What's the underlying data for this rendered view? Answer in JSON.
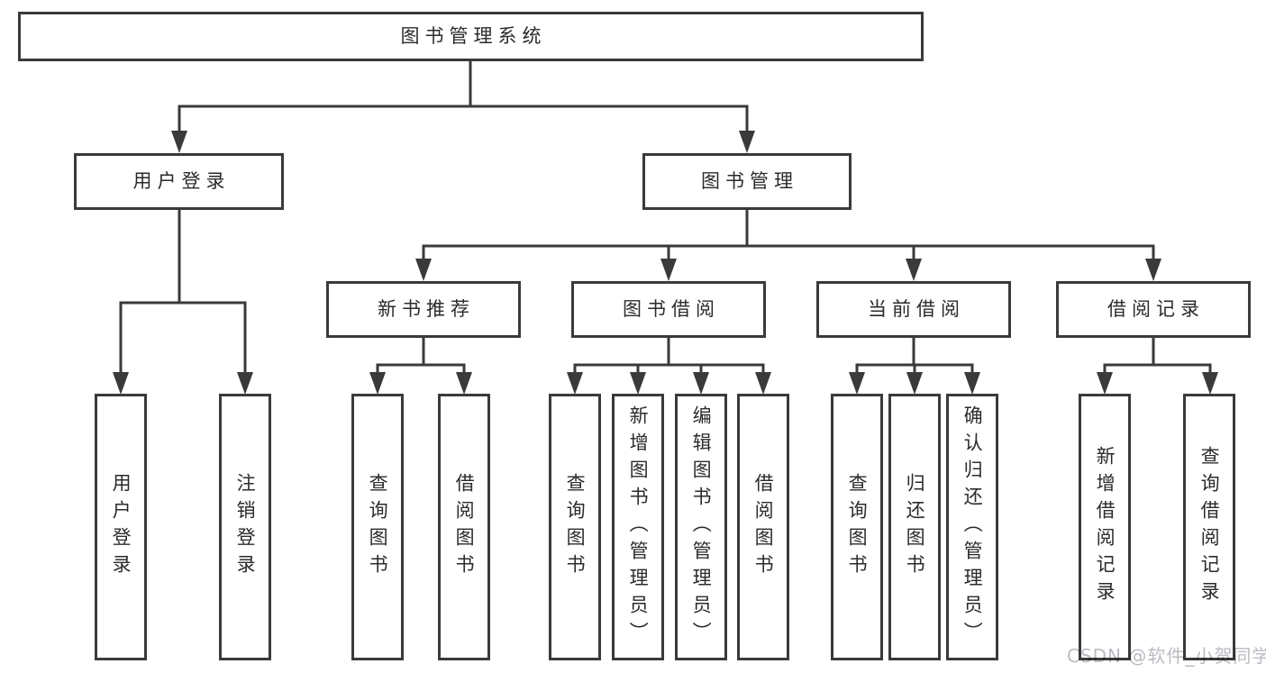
{
  "colors": {
    "line": "#3a3a3a",
    "text": "#2b2b2b",
    "background": "#ffffff",
    "watermark": "#b9bcc1"
  },
  "root": {
    "label": "图书管理系统"
  },
  "branches": [
    {
      "label": "用户登录",
      "children": [
        {
          "label": "用户登录"
        },
        {
          "label": "注销登录"
        }
      ]
    },
    {
      "label": "图书管理",
      "children": [
        {
          "label": "新书推荐",
          "children": [
            {
              "label": "查询图书"
            },
            {
              "label": "借阅图书"
            }
          ]
        },
        {
          "label": "图书借阅",
          "children": [
            {
              "label": "查询图书"
            },
            {
              "label": "新增图书（管理员）"
            },
            {
              "label": "编辑图书（管理员）"
            },
            {
              "label": "借阅图书"
            }
          ]
        },
        {
          "label": "当前借阅",
          "children": [
            {
              "label": "查询图书"
            },
            {
              "label": "归还图书"
            },
            {
              "label": "确认归还（管理员）"
            }
          ]
        },
        {
          "label": "借阅记录",
          "children": [
            {
              "label": "新增借阅记录"
            },
            {
              "label": "查询借阅记录"
            }
          ]
        }
      ]
    }
  ],
  "watermark": {
    "text": "CSDN @软件_小贺同学"
  }
}
